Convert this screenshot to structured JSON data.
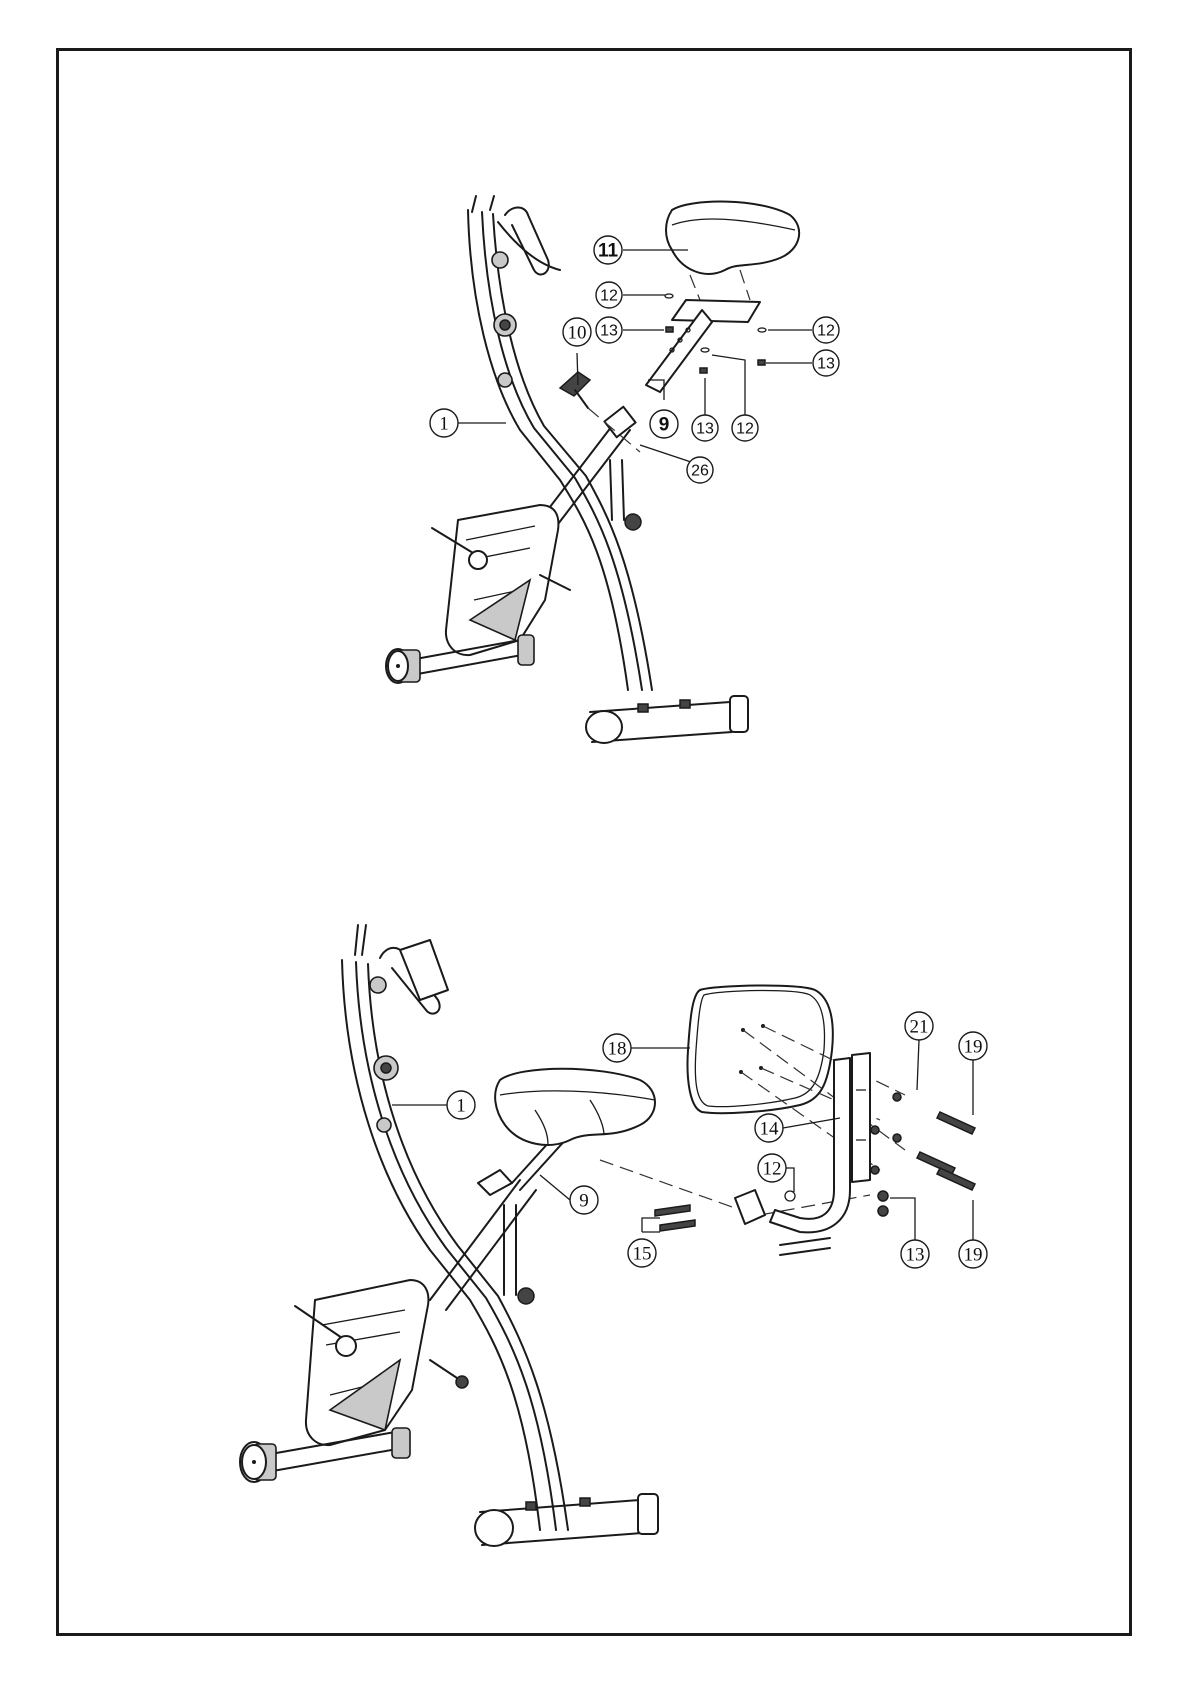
{
  "diagram": {
    "top": {
      "callouts": {
        "c11": "11",
        "c12a": "12",
        "c13a": "13",
        "c10": "10",
        "c12b": "12",
        "c13b": "13",
        "c1": "1",
        "c9": "9",
        "c13c": "13",
        "c12c": "12",
        "c26": "26"
      }
    },
    "bottom": {
      "callouts": {
        "c21": "21",
        "c19a": "19",
        "c18": "18",
        "c1": "1",
        "c14": "14",
        "c12": "12",
        "c9": "9",
        "c15": "15",
        "c13": "13",
        "c19b": "19"
      }
    }
  }
}
